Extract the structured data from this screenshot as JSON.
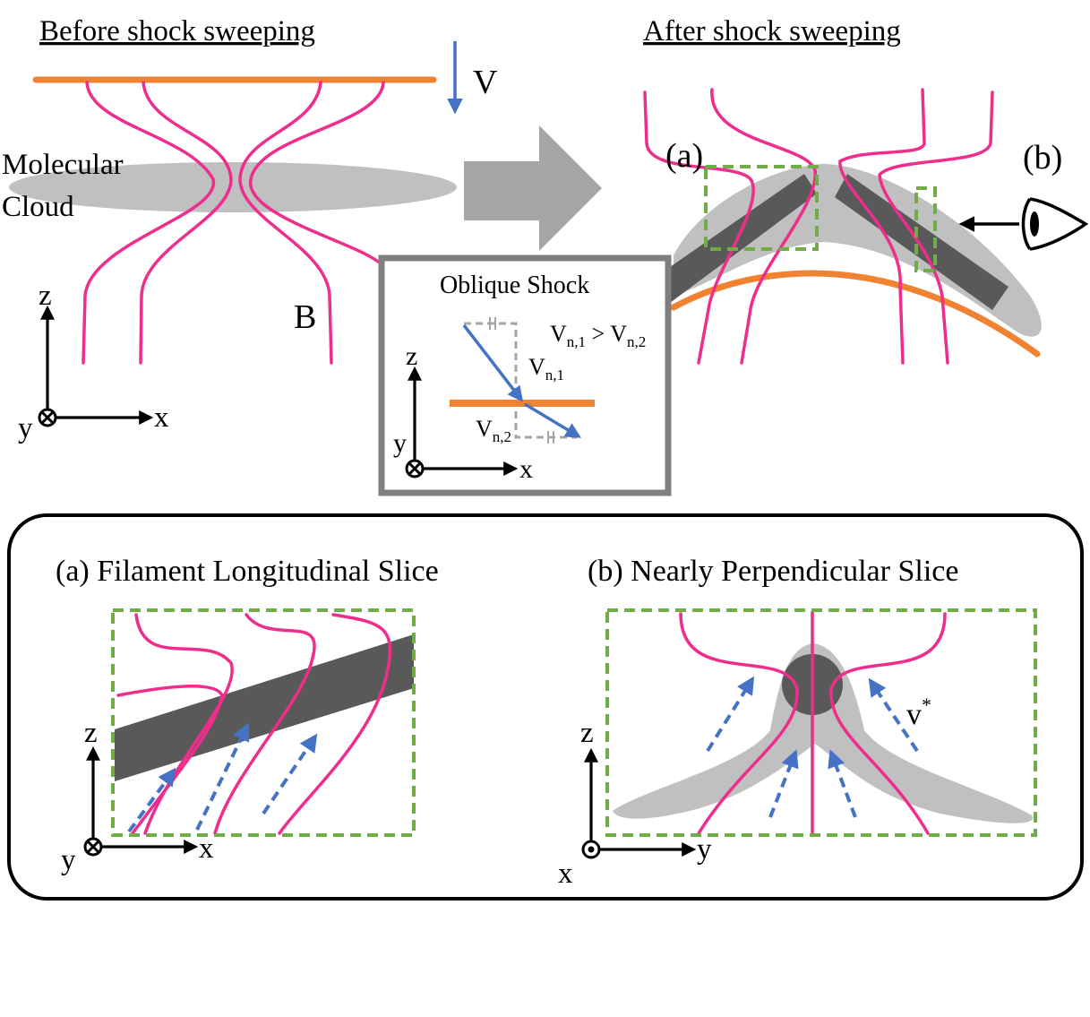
{
  "top": {
    "before_title": "Before shock sweeping",
    "after_title": "After shock sweeping",
    "velocity_label": "V",
    "cloud_label_1": "Molecular",
    "cloud_label_2": "Cloud",
    "field_label": "B",
    "region_a": "(a)",
    "region_b": "(b)"
  },
  "inset": {
    "title": "Oblique Shock",
    "relation": {
      "v": "V",
      "sub1": "n,1",
      "gt": " > ",
      "sub2": "n,2"
    },
    "vn1": {
      "v": "V",
      "sub": "n,1"
    },
    "vn2": {
      "v": "V",
      "sub": "n,2"
    }
  },
  "axes": {
    "main": {
      "z": "z",
      "y": "y",
      "x": "x"
    },
    "inset": {
      "z": "z",
      "y": "y",
      "x": "x"
    },
    "panel_a": {
      "z": "z",
      "y": "y",
      "x": "x"
    },
    "panel_b": {
      "z": "z",
      "x": "x",
      "y": "y"
    }
  },
  "bottom": {
    "panel_a_title": "(a) Filament Longitudinal Slice",
    "panel_b_title": "(b) Nearly Perpendicular Slice",
    "flow_label": "v",
    "flow_sup": "*"
  },
  "colors": {
    "field_lines": "#ee2d8c",
    "shock_front": "#f08232",
    "cloud": "#c0c0c0",
    "filament": "#595959",
    "flow_arrows": "#4472c4",
    "slice_boxes": "#70ad47"
  }
}
